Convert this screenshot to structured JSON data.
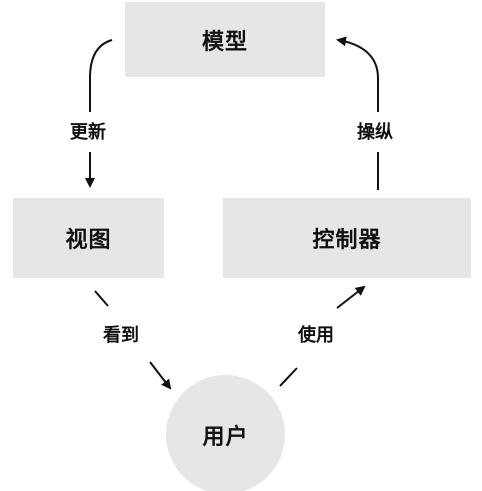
{
  "nodes": {
    "model": "模型",
    "view": "视图",
    "controller": "控制器",
    "user": "用户"
  },
  "edges": {
    "model_to_view": "更新",
    "controller_to_model": "操纵",
    "view_to_user": "看到",
    "user_to_controller": "使用"
  },
  "colors": {
    "node_fill": "#e6e6e6",
    "text": "#111111",
    "arrow": "#111111"
  }
}
